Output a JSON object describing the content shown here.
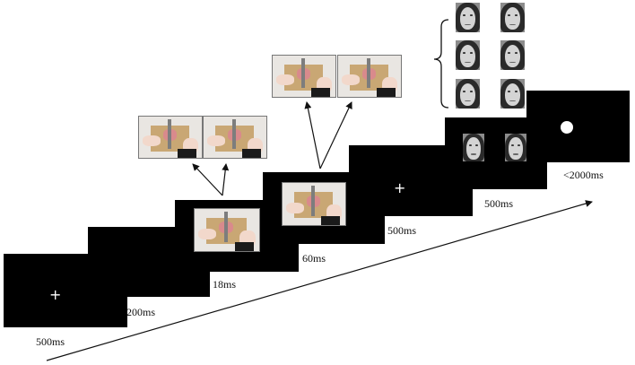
{
  "fixation_symbol": "+",
  "durations": {
    "fixation1": "500ms",
    "blank": "200ms",
    "prime_short": "18ms",
    "prime_long": "60ms",
    "fixation2": "500ms",
    "faces": "500ms",
    "response": "<2000ms"
  },
  "colors": {
    "screen": "#000000",
    "stimulus_text": "#ffffff",
    "background": "#ffffff"
  },
  "icons": {
    "fixation": "plus-glyph",
    "response_probe": "white-dot",
    "time_axis": "arrow"
  }
}
